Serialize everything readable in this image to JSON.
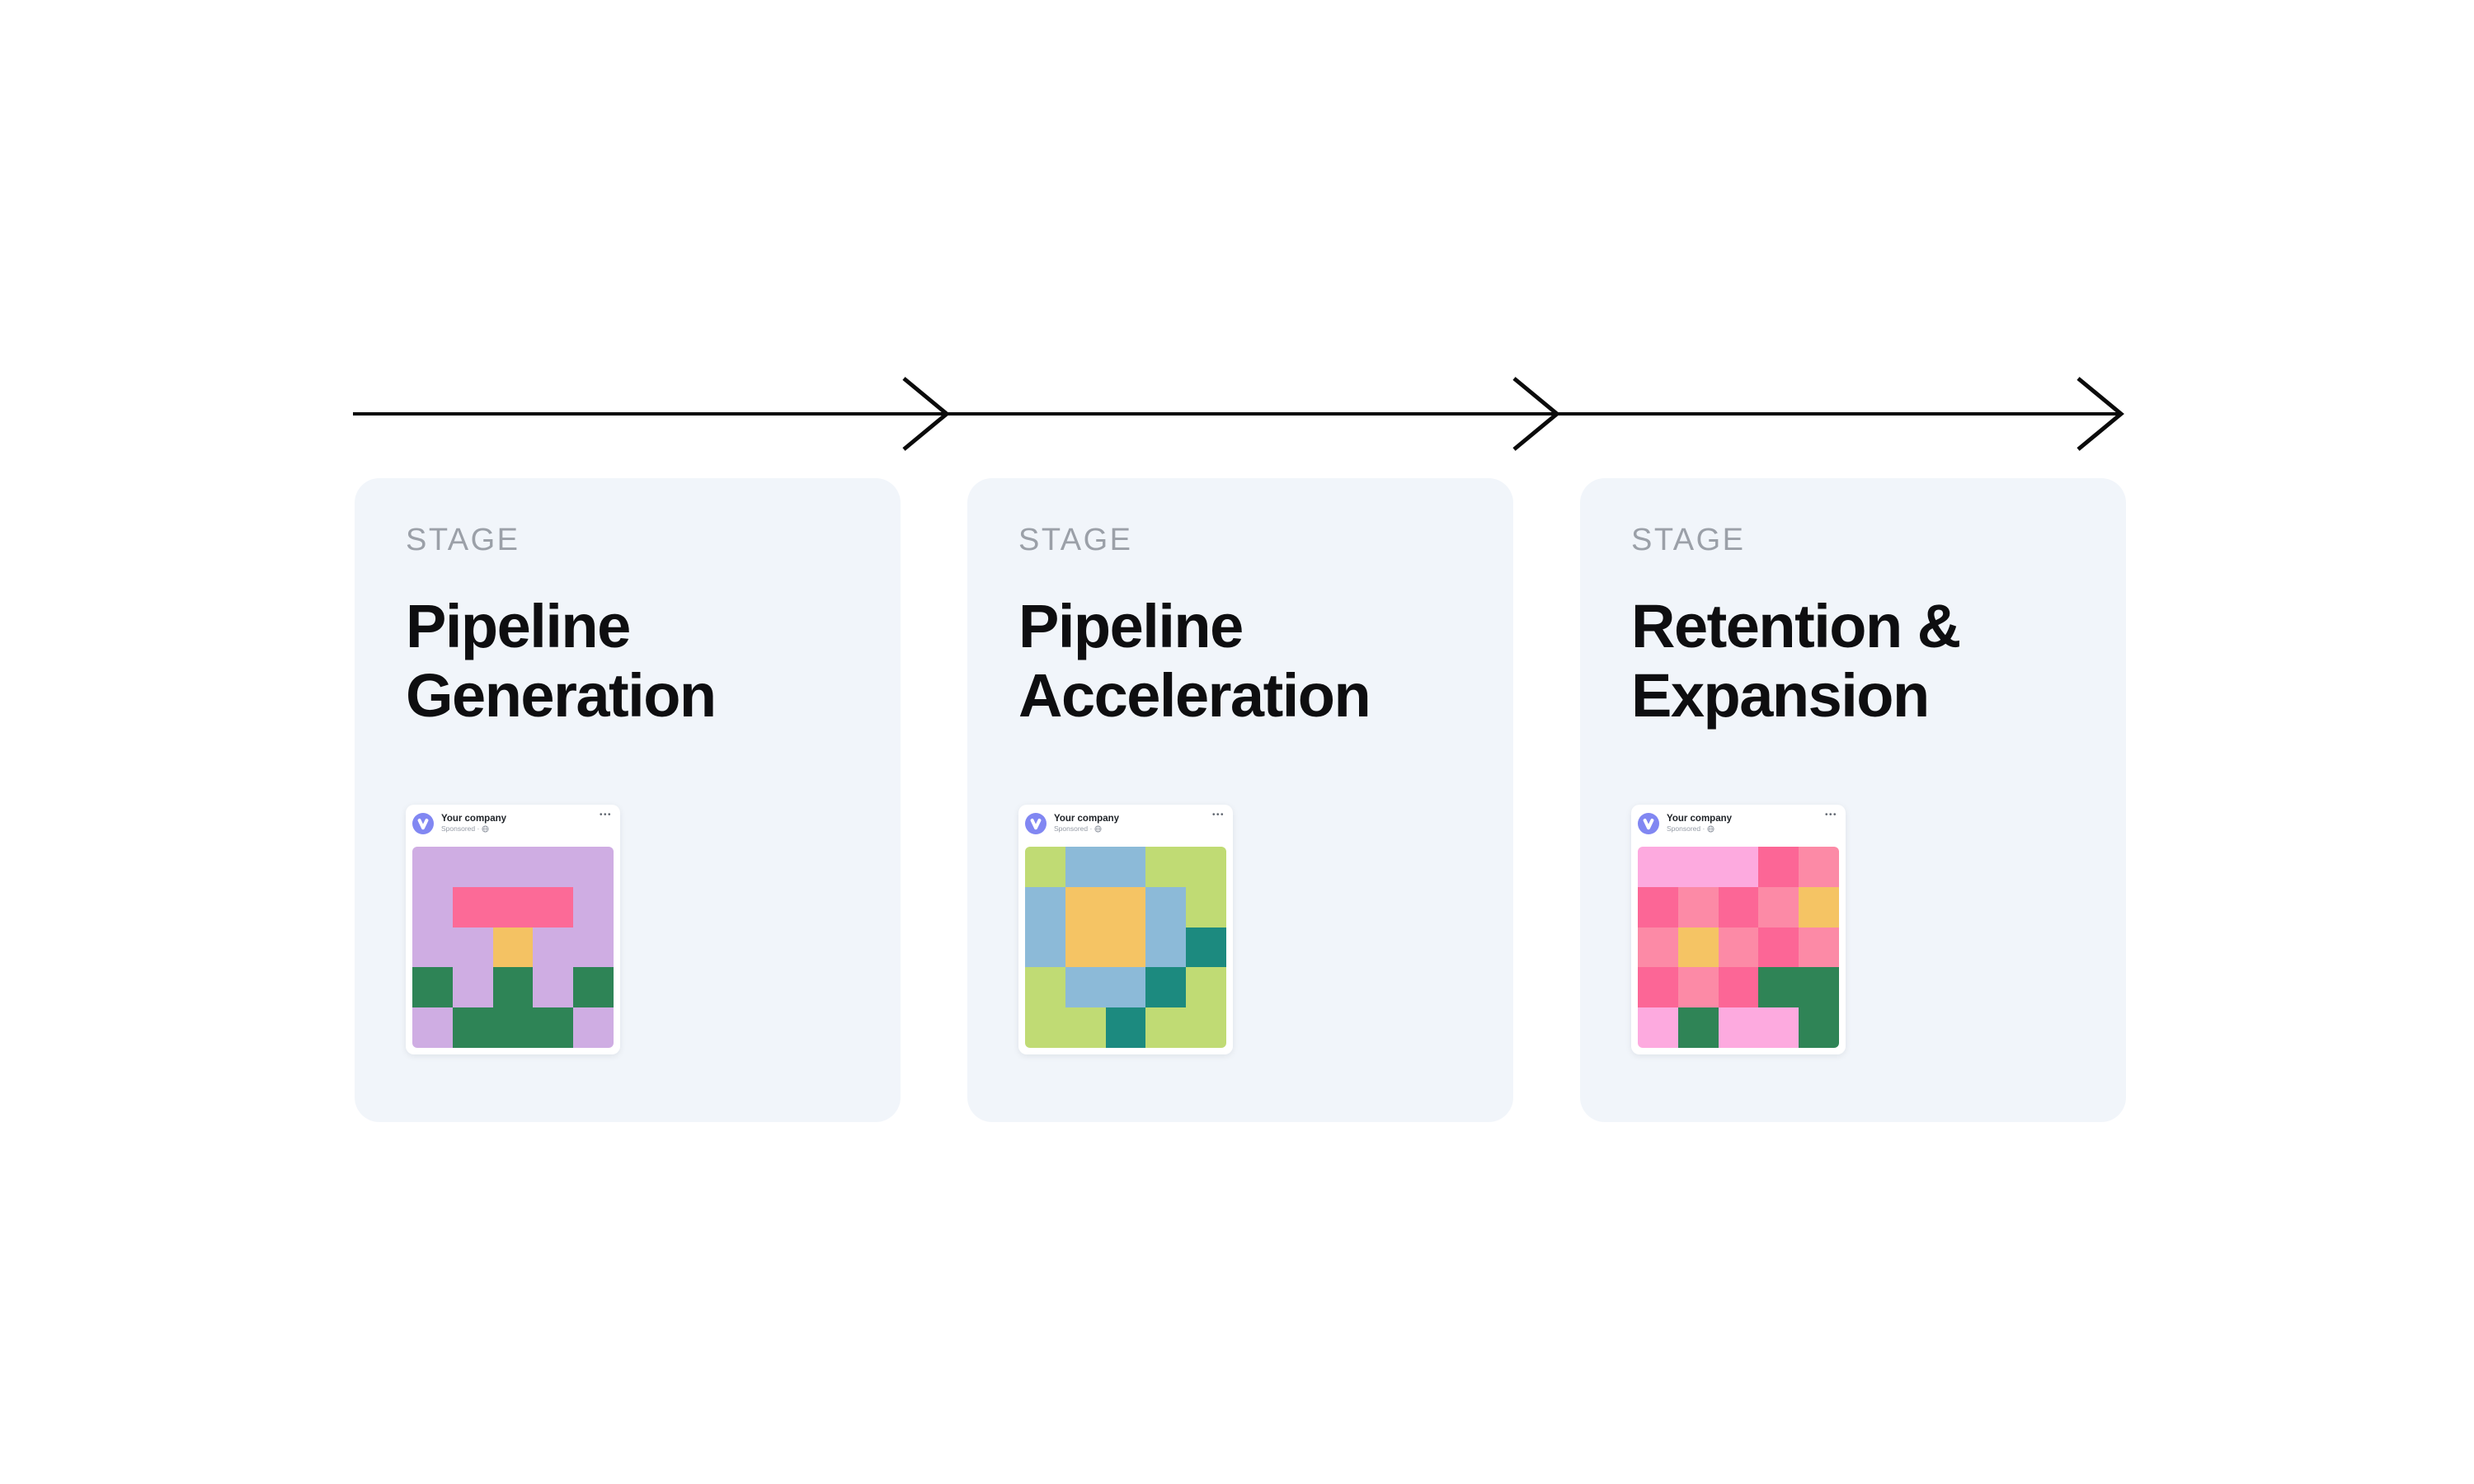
{
  "page": {
    "background": "#FFFFFF",
    "card_background": "#F1F5FA"
  },
  "timeline": {
    "arrow_color": "#0B0B0B"
  },
  "cards": [
    {
      "stage_label": "STAGE",
      "title": "Pipeline Generation",
      "ad": {
        "company": "Your company",
        "sponsored": "Sponsored ·",
        "more": "•••",
        "avatar_color": "#8187F2"
      },
      "art": {
        "palette": {
          "L": "#CFADE3",
          "P": "#FC6A97",
          "O": "#F4C263",
          "G": "#2E8456"
        },
        "grid": [
          "LLLLL",
          "LPPPL",
          "LLOLL",
          "GLGLG",
          "LGGGL"
        ]
      }
    },
    {
      "stage_label": "STAGE",
      "title": "Pipeline Acceleration",
      "ad": {
        "company": "Your company",
        "sponsored": "Sponsored ·",
        "more": "•••",
        "avatar_color": "#8187F2"
      },
      "art": {
        "palette": {
          "g": "#C0DB74",
          "b": "#8CBAD8",
          "o": "#F5C464",
          "t": "#1C8A7F"
        },
        "grid": [
          "gbbgg",
          "boobg",
          "boobt",
          "gbbtg",
          "ggtgg"
        ]
      }
    },
    {
      "stage_label": "STAGE",
      "title": "Retention & Expansion",
      "ad": {
        "company": "Your company",
        "sponsored": "Sponsored ·",
        "more": "•••",
        "avatar_color": "#8187F2"
      },
      "art": {
        "palette": {
          "l": "#FDAADF",
          "s": "#FC8AA6",
          "d": "#FC6696",
          "o": "#F5C464",
          "G": "#2F8456"
        },
        "grid": [
          "lllds",
          "dsdso",
          "sosds",
          "dsdGG",
          "lGllG"
        ]
      }
    }
  ]
}
